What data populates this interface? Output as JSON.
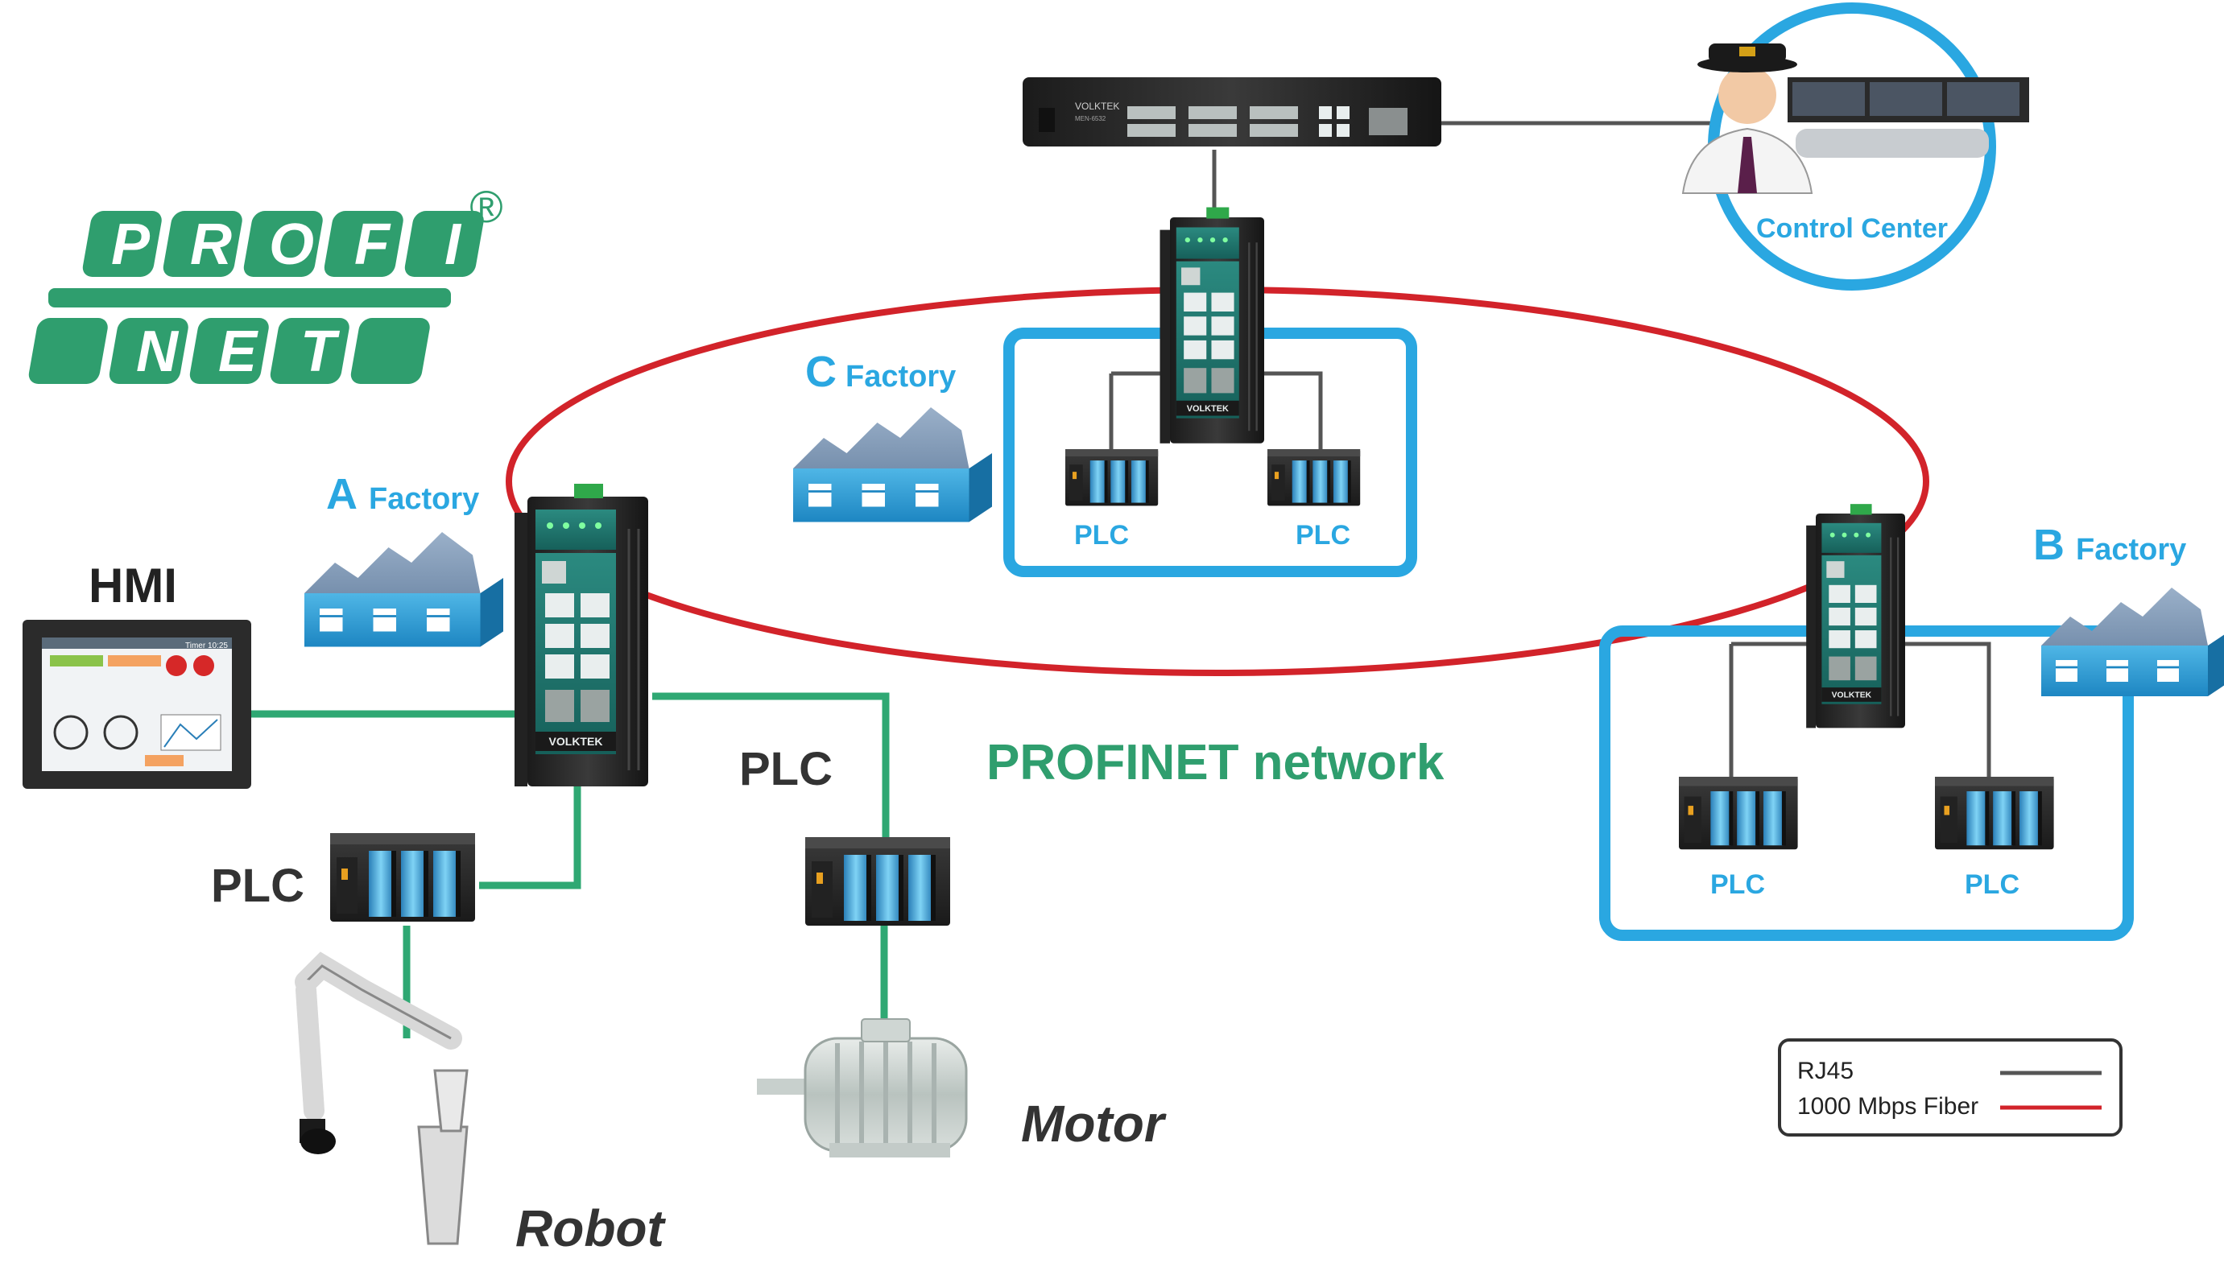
{
  "logo": {
    "row1": [
      "P",
      "R",
      "O",
      "F",
      "I"
    ],
    "row2": [
      "N",
      "E",
      "T"
    ],
    "registered": "®",
    "color": "#2f9e6e"
  },
  "control_center": {
    "label": "Control Center"
  },
  "switch": {
    "brand": "VOLKTEK",
    "model": "MEN-6532"
  },
  "factories": {
    "a": {
      "letter": "A",
      "word": "Factory"
    },
    "b": {
      "letter": "B",
      "word": "Factory"
    },
    "c": {
      "letter": "C",
      "word": "Factory"
    }
  },
  "devices": {
    "hmi": "HMI",
    "hmi_timer": "Timer 10:25",
    "plc_left": "PLC",
    "plc_mid": "PLC",
    "plc_c1": "PLC",
    "plc_c2": "PLC",
    "plc_b1": "PLC",
    "plc_b2": "PLC",
    "robot": "Robot",
    "motor": "Motor"
  },
  "network_label": "PROFINET network",
  "legend": {
    "rj45": "RJ45",
    "fiber": "1000 Mbps Fiber"
  },
  "colors": {
    "ring": "#d2232a",
    "rj45": "#555555",
    "green_link": "#2fa873",
    "zone_blue": "#2aa7e1",
    "profinet_green": "#2f9e6e",
    "factory_label": "#2aa7e1"
  }
}
